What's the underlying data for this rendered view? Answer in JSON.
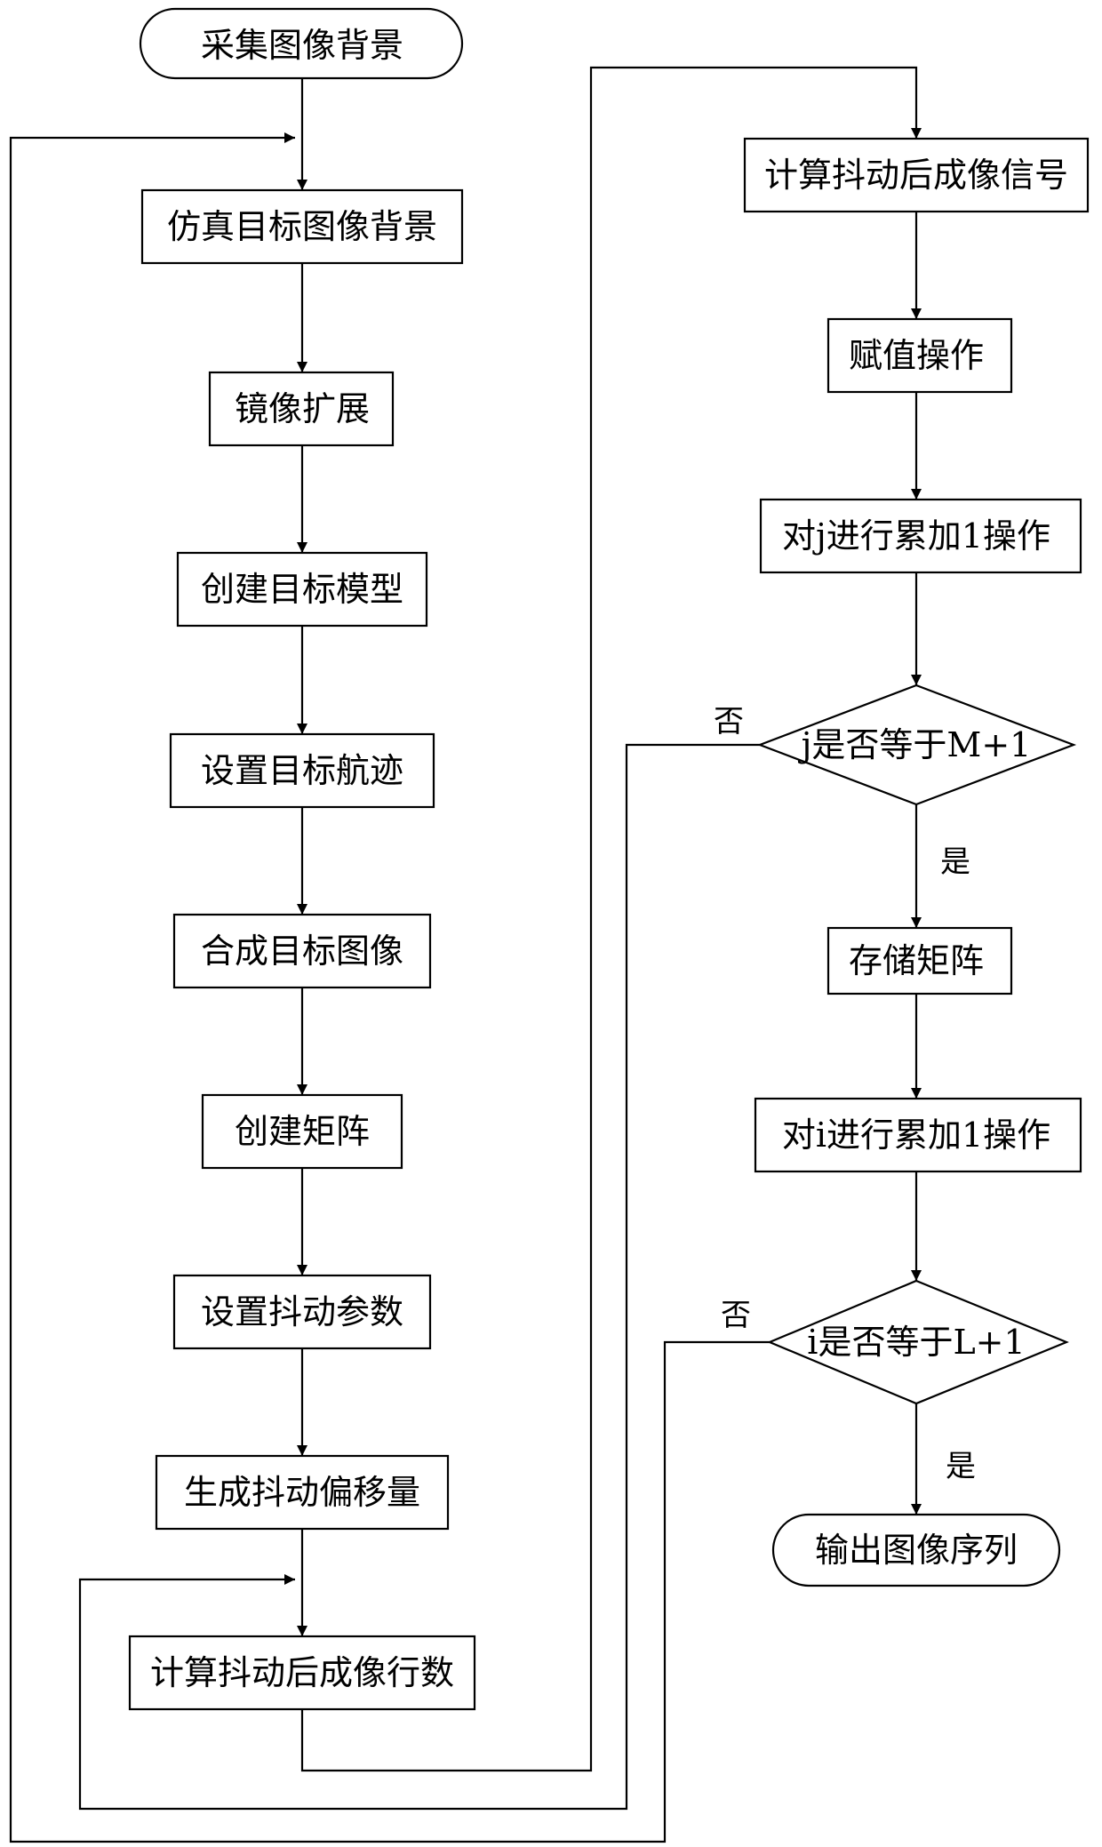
{
  "nodes": {
    "n1": "采集图像背景",
    "n2": "仿真目标图像背景",
    "n3": "镜像扩展",
    "n4": "创建目标模型",
    "n5": "设置目标航迹",
    "n6": "合成目标图像",
    "n7": "创建矩阵",
    "n8": "设置抖动参数",
    "n9": "生成抖动偏移量",
    "n10": "计算抖动后成像行数",
    "n11": "计算抖动后成像信号",
    "n12": "赋值操作",
    "n13": "对j进行累加1操作",
    "d1": "j是否等于M+1",
    "n14": "存储矩阵",
    "n15": "对i进行累加1操作",
    "d2": "i是否等于L+1",
    "n16": "输出图像序列"
  },
  "edge_labels": {
    "d1_no": "否",
    "d1_yes": "是",
    "d2_no": "否",
    "d2_yes": "是"
  }
}
